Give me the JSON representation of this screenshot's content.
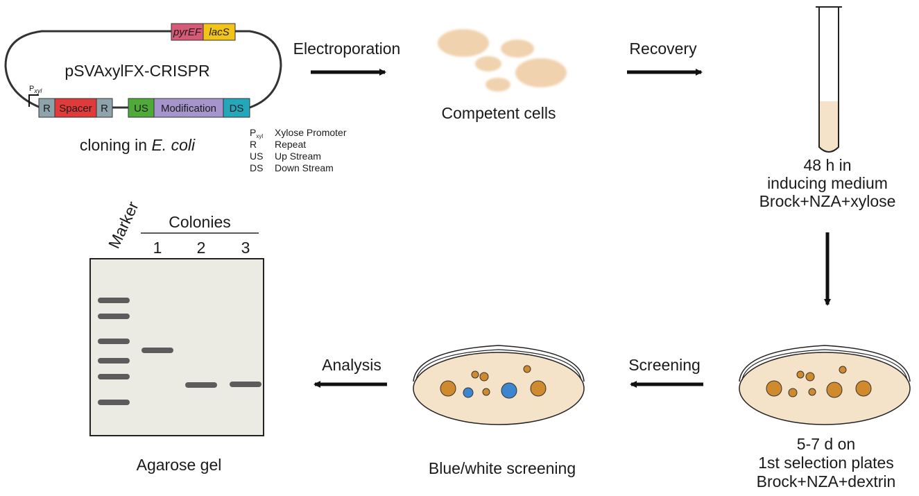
{
  "plasmid": {
    "name": "pSVAxylFX-CRISPR",
    "marker_genes": [
      "pyrEF",
      "lacS"
    ],
    "promoter_label": "P",
    "promoter_sub": "xyl",
    "segments": [
      "R",
      "Spacer",
      "R",
      "US",
      "Modification",
      "DS"
    ],
    "caption_prefix": "cloning in ",
    "caption_italic": "E. coli"
  },
  "legend": [
    {
      "abbr": "P",
      "sub": "xyl",
      "desc": "Xylose Promoter"
    },
    {
      "abbr": "R",
      "sub": "",
      "desc": "Repeat"
    },
    {
      "abbr": "US",
      "sub": "",
      "desc": "Up Stream"
    },
    {
      "abbr": "DS",
      "sub": "",
      "desc": "Down Stream"
    }
  ],
  "steps": {
    "electroporation": "Electroporation",
    "competent_cells": "Competent cells",
    "recovery": "Recovery",
    "induction": [
      "48 h in",
      "inducing medium",
      "Brock+NZA+xylose"
    ],
    "selection": [
      "5-7 d on",
      "1st selection plates",
      "Brock+NZA+dextrin"
    ],
    "screening": "Screening",
    "blue_white": "Blue/white screening",
    "analysis": "Analysis",
    "gel": "Agarose gel"
  },
  "gel": {
    "marker_label": "Marker",
    "colonies_label": "Colonies",
    "lanes": [
      "1",
      "2",
      "3"
    ]
  },
  "colors": {
    "pyrEF": "#d65a78",
    "lacS": "#f2c418",
    "repeat": "#8fa3ad",
    "spacer": "#e03a3a",
    "us": "#4faa3a",
    "modification": "#a595cc",
    "ds": "#22a7bb",
    "cell": "#f1d2ae",
    "medium": "#f5e3c9",
    "colony_orange": "#cf8a2e",
    "colony_blue": "#3b86cf",
    "gel_bg": "#ebebe3",
    "band": "#5c5c5c",
    "arrow": "#111111"
  }
}
